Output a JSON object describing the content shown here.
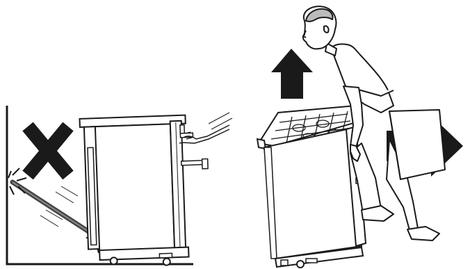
{
  "figure": {
    "panels": [
      {
        "id": "incorrect",
        "meaning": "do-not-tilt-cooker-against-wall",
        "marker": "cross-icon"
      },
      {
        "id": "correct",
        "meaning": "lift-front-and-pull-cooker-out",
        "markers": [
          "up-arrow-icon",
          "right-arrow-icon"
        ]
      }
    ],
    "colors": {
      "ink": "#1a1a1a",
      "fill": "#ffffff",
      "shadow": "#555555"
    }
  }
}
